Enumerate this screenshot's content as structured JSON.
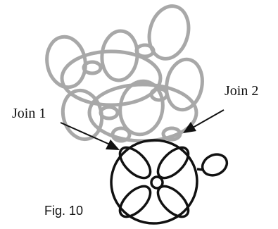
{
  "labels": {
    "join1": "Join 1",
    "join2": "Join 2",
    "caption": "Fig. 10"
  },
  "colors": {
    "previous_motif": "#a8a8a8",
    "new_motif": "#111111",
    "arrow": "#111111"
  }
}
